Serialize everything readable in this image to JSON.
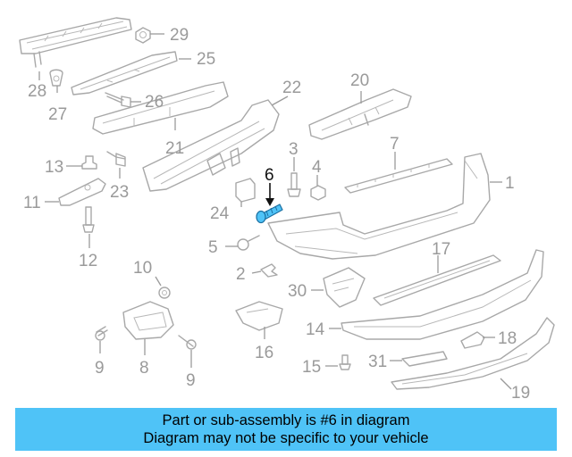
{
  "colors": {
    "banner_bg": "#4fc3f7",
    "highlight_part": "#4fc3f7",
    "line_art": "#a8a8a8",
    "callout_text": "#9a9a9a",
    "highlight_text": "#111111"
  },
  "diagram": {
    "highlighted": "6",
    "callouts": [
      "1",
      "2",
      "3",
      "4",
      "5",
      "6",
      "7",
      "8",
      "9",
      "9",
      "10",
      "11",
      "12",
      "13",
      "14",
      "15",
      "16",
      "17",
      "18",
      "19",
      "20",
      "21",
      "22",
      "23",
      "24",
      "25",
      "26",
      "27",
      "28",
      "29",
      "30",
      "31"
    ]
  },
  "banner": {
    "line1": "Part or sub-assembly is #6 in diagram",
    "line2": "Diagram may not be specific to your vehicle"
  }
}
